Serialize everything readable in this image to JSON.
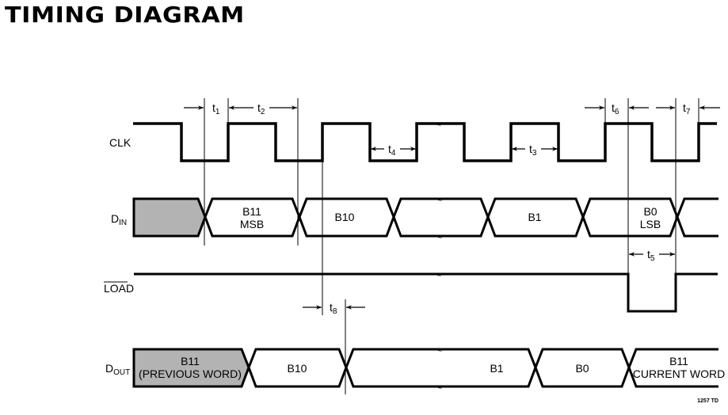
{
  "title": "TIMING DIAGRAM",
  "footer_ref": "1257 TD",
  "signals": [
    {
      "id": "clk",
      "name": "CLK",
      "sub": "",
      "overbar": false
    },
    {
      "id": "din",
      "name": "D",
      "sub": "IN",
      "overbar": false
    },
    {
      "id": "load",
      "name": "LOAD",
      "sub": "",
      "overbar": true
    },
    {
      "id": "dout",
      "name": "D",
      "sub": "OUT",
      "overbar": false
    }
  ],
  "din_segments": [
    {
      "lines": [],
      "shaded": true
    },
    {
      "lines": [
        "B11",
        "MSB"
      ],
      "shaded": false
    },
    {
      "lines": [
        "B10"
      ],
      "shaded": false
    },
    {
      "lines": [],
      "shaded": false,
      "break": true
    },
    {
      "lines": [
        "B1"
      ],
      "shaded": false
    },
    {
      "lines": [
        "B0",
        "LSB"
      ],
      "shaded": false
    },
    {
      "lines": [],
      "shaded": false
    }
  ],
  "dout_segments": [
    {
      "lines": [
        "B11",
        "(PREVIOUS WORD)"
      ],
      "shaded": true
    },
    {
      "lines": [
        "B10"
      ],
      "shaded": false
    },
    {
      "lines": [
        "B1"
      ],
      "shaded": false,
      "break": true
    },
    {
      "lines": [
        "B0"
      ],
      "shaded": false
    },
    {
      "lines": [
        "B11",
        "CURRENT WORD"
      ],
      "shaded": false
    }
  ],
  "timing_params": [
    {
      "id": "t1",
      "base": "t",
      "sub": "1"
    },
    {
      "id": "t2",
      "base": "t",
      "sub": "2"
    },
    {
      "id": "t3",
      "base": "t",
      "sub": "3"
    },
    {
      "id": "t4",
      "base": "t",
      "sub": "4"
    },
    {
      "id": "t5",
      "base": "t",
      "sub": "5"
    },
    {
      "id": "t6",
      "base": "t",
      "sub": "6"
    },
    {
      "id": "t7",
      "base": "t",
      "sub": "7"
    },
    {
      "id": "t8",
      "base": "t",
      "sub": "8"
    }
  ],
  "colors": {
    "line": "#000000",
    "shade": "#b3b3b3",
    "background": "#ffffff"
  }
}
